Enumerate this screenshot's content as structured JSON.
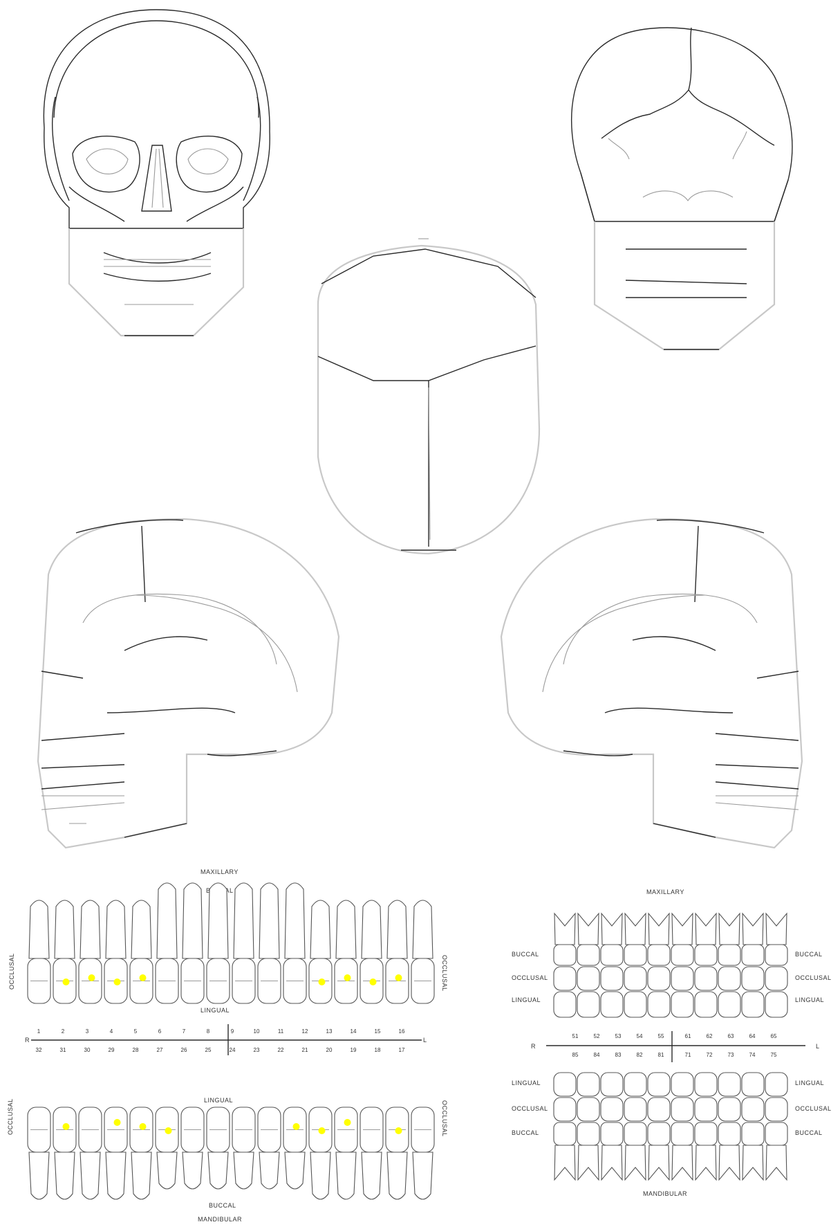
{
  "colors": {
    "marker": "#ffff00",
    "line": "#2a2a2a"
  },
  "adult_chart": {
    "top_title": "MAXILLARY",
    "top_surface": "BUCCAL",
    "mid_upper_surface": "LINGUAL",
    "mid_lower_surface": "LINGUAL",
    "bottom_surface": "BUCCAL",
    "bottom_title": "MANDIBULAR",
    "side_upper": "OCCLUSAL",
    "side_lower": "OCCLUSAL",
    "upper_numbers": [
      "1",
      "2",
      "3",
      "4",
      "5",
      "6",
      "7",
      "8",
      "9",
      "10",
      "11",
      "12",
      "13",
      "14",
      "15",
      "16"
    ],
    "lower_numbers": [
      "32",
      "31",
      "30",
      "29",
      "28",
      "27",
      "26",
      "25",
      "24",
      "23",
      "22",
      "21",
      "20",
      "19",
      "18",
      "17"
    ],
    "right_tag": "R",
    "left_tag": "L"
  },
  "child_chart": {
    "top_title": "MAXILLARY",
    "bottom_title": "MANDIBULAR",
    "row_labels_upper": [
      "BUCCAL",
      "OCCLUSAL",
      "LINGUAL"
    ],
    "row_labels_lower": [
      "LINGUAL",
      "OCCLUSAL",
      "BUCCAL"
    ],
    "upper_numbers": [
      "51",
      "52",
      "53",
      "54",
      "55",
      "61",
      "62",
      "63",
      "64",
      "65"
    ],
    "lower_numbers": [
      "85",
      "84",
      "83",
      "82",
      "81",
      "71",
      "72",
      "73",
      "74",
      "75"
    ],
    "right_tag": "R",
    "left_tag": "L"
  },
  "icons": [
    "skull-front-icon",
    "skull-back-icon",
    "skull-top-icon",
    "skull-right-icon",
    "skull-left-icon"
  ]
}
